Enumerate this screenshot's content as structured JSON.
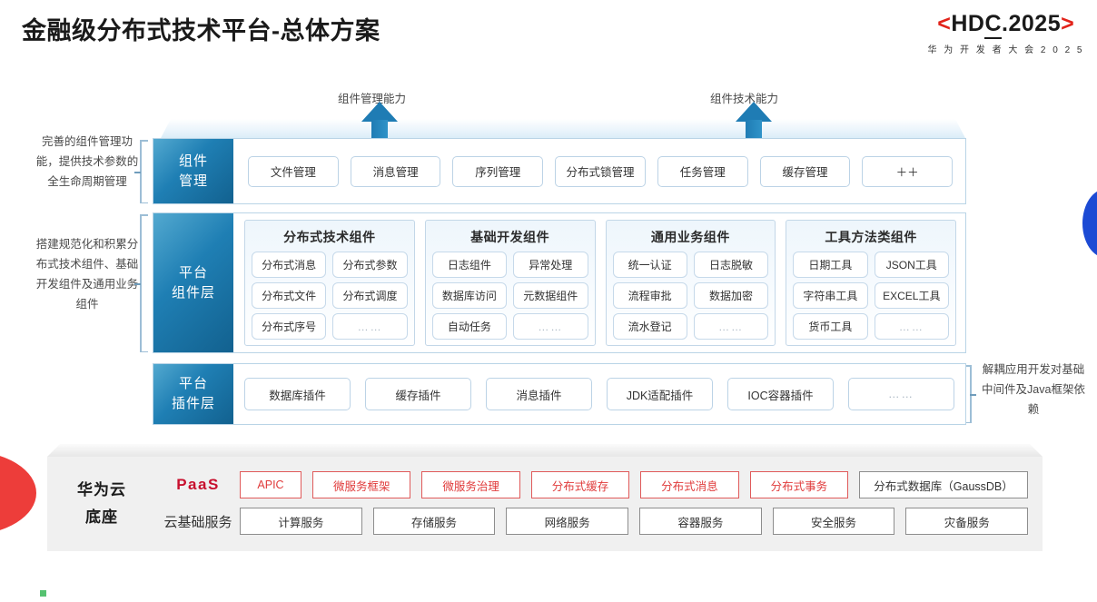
{
  "header": {
    "title": "金融级分布式技术平台-总体方案",
    "logo": {
      "left_bracket": "<",
      "main": "HDC.2025",
      "main_prefix": "HD",
      "main_underlined": "C",
      "main_suffix": ".2025",
      "right_bracket": ">",
      "subtitle": "华 为 开 发 者 大 会 2 0 2 5"
    }
  },
  "arrows": [
    {
      "label": "组件管理能力"
    },
    {
      "label": "组件技术能力"
    }
  ],
  "annotations": {
    "left": [
      "完善的组件管理功能，提供技术参数的全生命周期管理",
      "搭建规范化和积累分布式技术组件、基础开发组件及通用业务组件"
    ],
    "right": [
      "解耦应用开发对基础中间件及Java框架依赖"
    ]
  },
  "layers": {
    "component_management": {
      "label_line1": "组件",
      "label_line2": "管理",
      "items": [
        "文件管理",
        "消息管理",
        "序列管理",
        "分布式锁管理",
        "任务管理",
        "缓存管理",
        "＋＋"
      ]
    },
    "platform_component": {
      "label_line1": "平台",
      "label_line2": "组件层",
      "groups": [
        {
          "title": "分布式技术组件",
          "items": [
            "分布式消息",
            "分布式参数",
            "分布式文件",
            "分布式调度",
            "分布式序号",
            "……"
          ]
        },
        {
          "title": "基础开发组件",
          "items": [
            "日志组件",
            "异常处理",
            "数据库访问",
            "元数据组件",
            "自动任务",
            "……"
          ]
        },
        {
          "title": "通用业务组件",
          "items": [
            "统一认证",
            "日志脱敏",
            "流程审批",
            "数据加密",
            "流水登记",
            "……"
          ]
        },
        {
          "title": "工具方法类组件",
          "items": [
            "日期工具",
            "JSON工具",
            "字符串工具",
            "EXCEL工具",
            "货币工具",
            "……"
          ]
        }
      ]
    },
    "platform_plugin": {
      "label_line1": "平台",
      "label_line2": "插件层",
      "items": [
        "数据库插件",
        "缓存插件",
        "消息插件",
        "JDK适配插件",
        "IOC容器插件",
        "……"
      ]
    }
  },
  "base": {
    "title_line1": "华为云",
    "title_line2": "底座",
    "paas_label": "PaaS",
    "cloud_label": "云基础服务",
    "paas_items": [
      {
        "text": "APIC",
        "style": "red"
      },
      {
        "text": "微服务框架",
        "style": "red"
      },
      {
        "text": "微服务治理",
        "style": "red"
      },
      {
        "text": "分布式缓存",
        "style": "red"
      },
      {
        "text": "分布式消息",
        "style": "red"
      },
      {
        "text": "分布式事务",
        "style": "red"
      },
      {
        "text": "分布式数据库（GaussDB）",
        "style": "gray"
      }
    ],
    "cloud_items": [
      {
        "text": "计算服务",
        "style": "gray"
      },
      {
        "text": "存储服务",
        "style": "gray"
      },
      {
        "text": "网络服务",
        "style": "gray"
      },
      {
        "text": "容器服务",
        "style": "gray"
      },
      {
        "text": "安全服务",
        "style": "gray"
      },
      {
        "text": "灾备服务",
        "style": "gray"
      }
    ]
  },
  "colors": {
    "brand_red": "#e2231a",
    "paas_red": "#c8102e",
    "layer_blue": "#1f7fb4",
    "accent_blue": "#1c4ad4",
    "deco_red": "#ed3d3a"
  }
}
